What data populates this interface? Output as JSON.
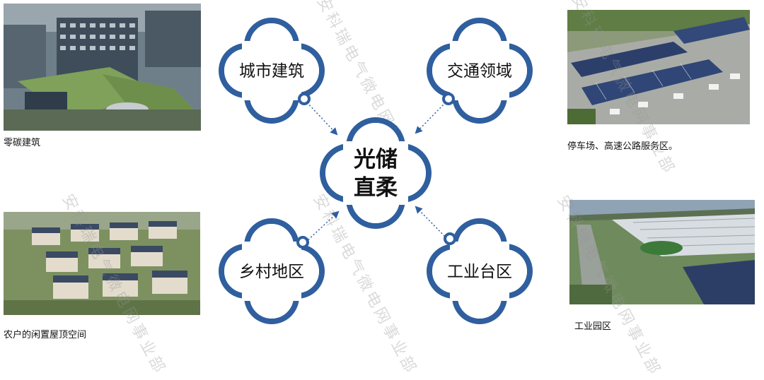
{
  "center": {
    "line1": "光储",
    "line2": "直柔"
  },
  "nodes": [
    {
      "label": "城市建筑"
    },
    {
      "label": "交通领域"
    },
    {
      "label": "乡村地区"
    },
    {
      "label": "工业台区"
    }
  ],
  "photos": [
    {
      "caption": "零碳建筑"
    },
    {
      "caption": "停车场、高速公路服务区。"
    },
    {
      "caption": "农户的闲置屋顶空间"
    },
    {
      "caption": "工业园区"
    }
  ],
  "watermark": "安科瑞电气微电网事业部",
  "colors": {
    "accent": "#2f5f9e",
    "arrow": "#2f5f9e"
  }
}
